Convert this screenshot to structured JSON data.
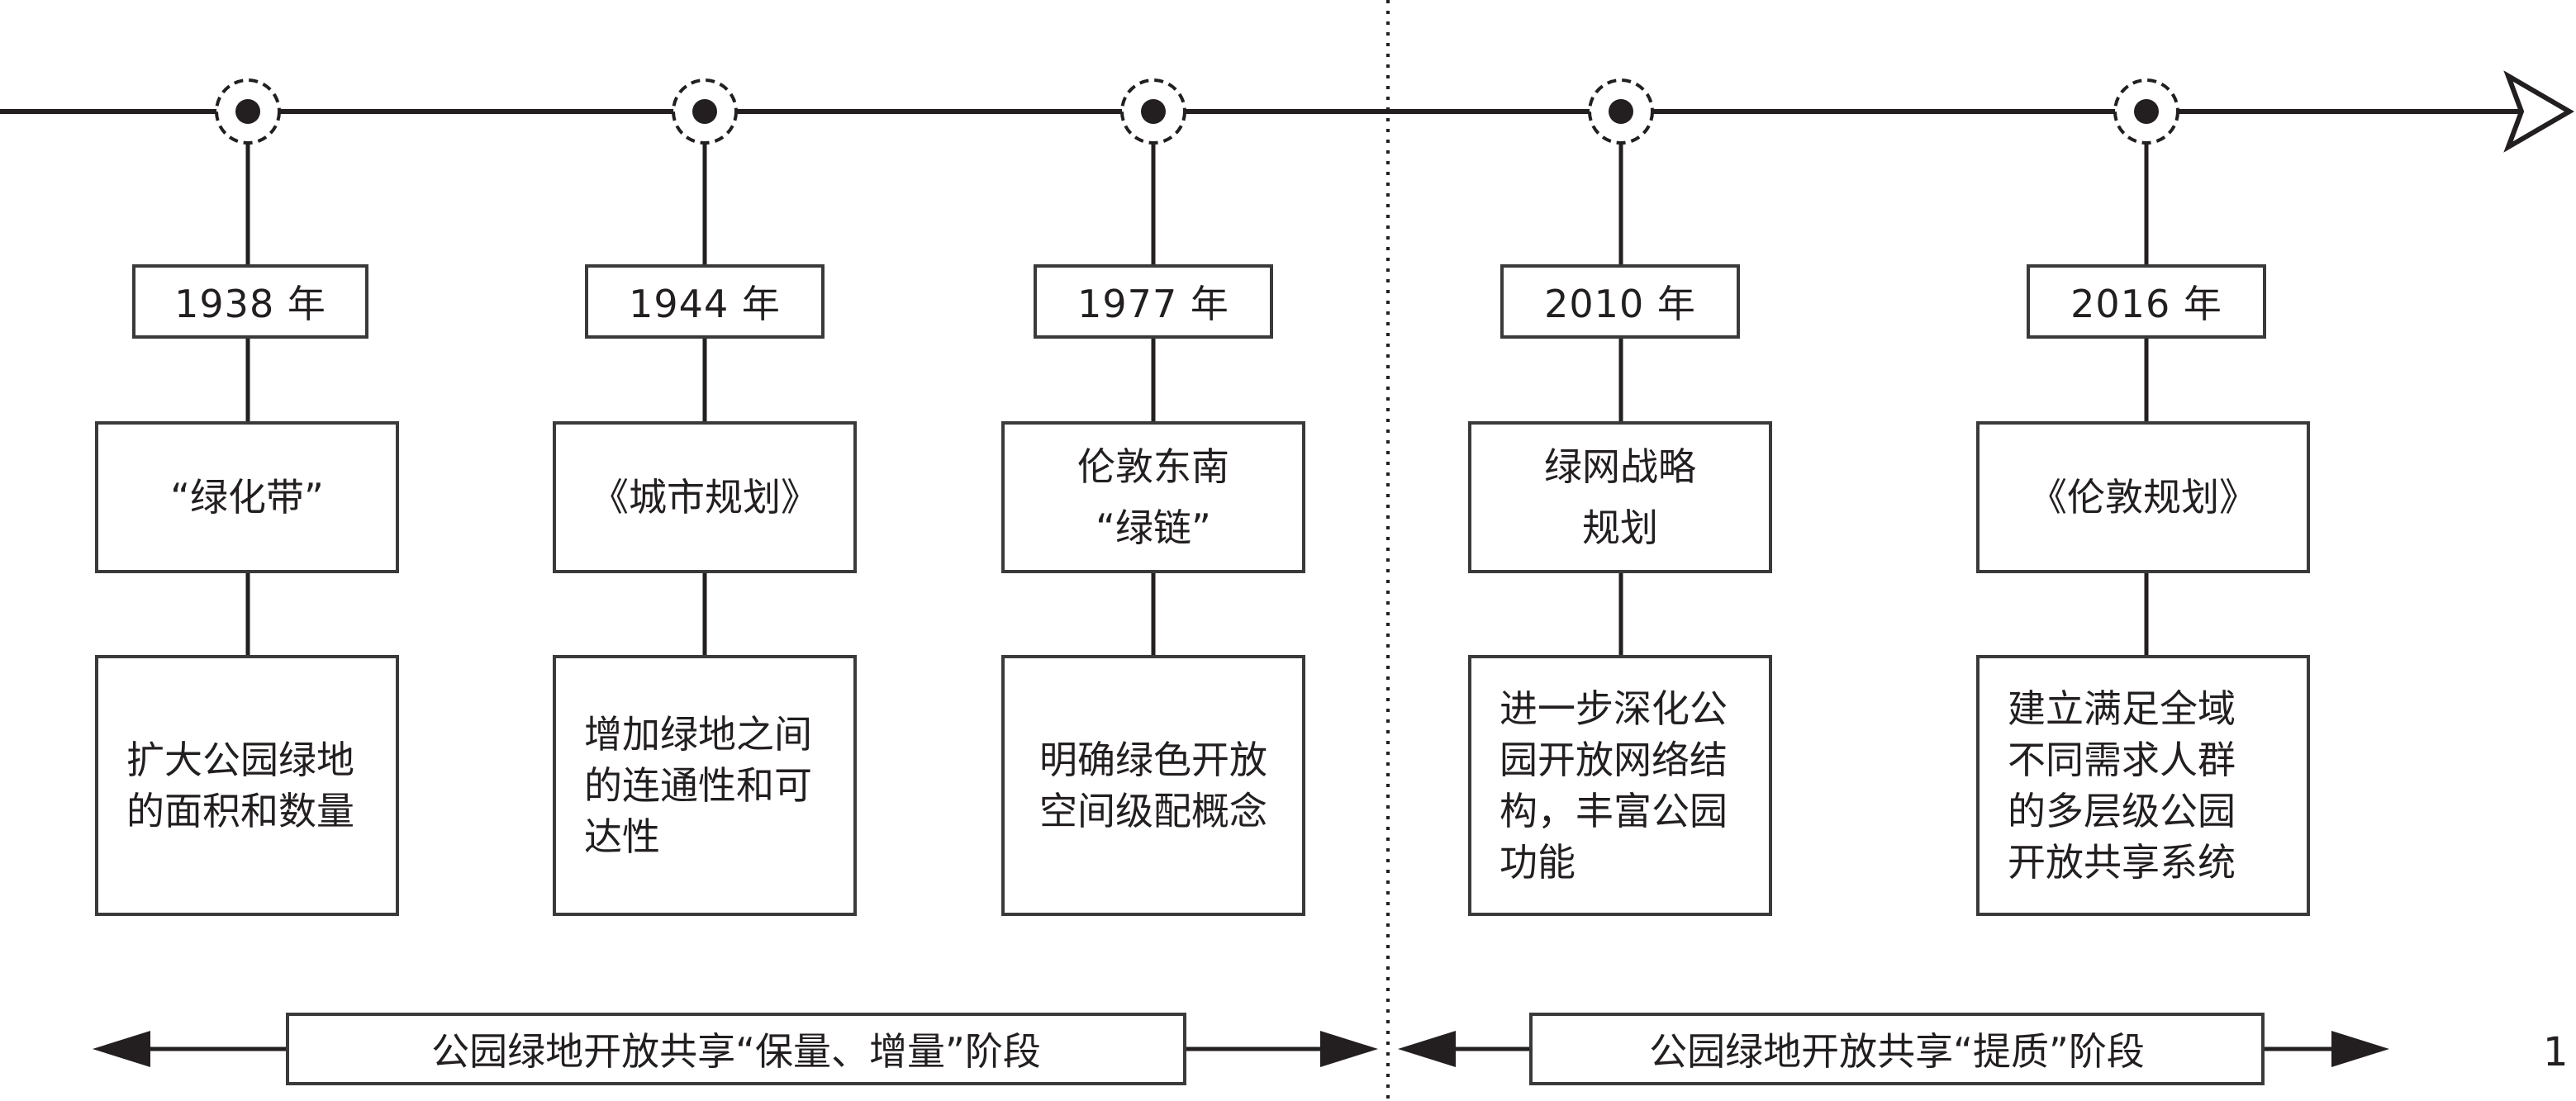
{
  "timeline": [
    {
      "year": "1938 年",
      "plan": "“绿化带”",
      "desc": "扩大公园绿地\n的面积和数量"
    },
    {
      "year": "1944 年",
      "plan": "《城市规划》",
      "desc": "增加绿地之间\n的连通性和可\n达性"
    },
    {
      "year": "1977 年",
      "plan": "伦敦东南\n“绿链”",
      "desc": "明确绿色开放\n空间级配概念"
    },
    {
      "year": "2010 年",
      "plan": "绿网战略\n规划",
      "desc": "进一步深化公\n园开放网络结\n构，丰富公园\n功能"
    },
    {
      "year": "2016 年",
      "plan": "《伦敦规划》",
      "desc": "建立满足全域\n不同需求人群\n的多层级公园\n开放共享系统"
    }
  ],
  "stages": [
    {
      "label": "公园绿地开放共享“保量、增量”阶段"
    },
    {
      "label": "公园绿地开放共享“提质”阶段"
    }
  ],
  "page_number": "1",
  "colors": {
    "line": "#231f20",
    "box_border": "#3a3a3a",
    "background": "#ffffff"
  }
}
